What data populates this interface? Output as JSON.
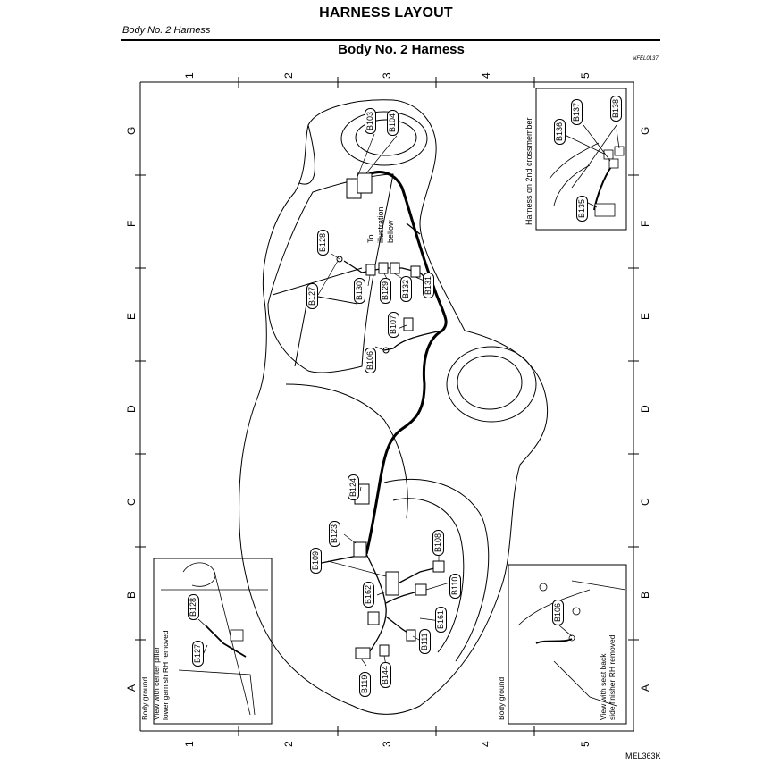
{
  "header": {
    "title": "HARNESS LAYOUT",
    "subtitle": "Body No. 2 Harness",
    "section_title": "Body No. 2 Harness",
    "ref_code_top": "NFEL0137",
    "ref_code_bottom": "MEL363K"
  },
  "grid": {
    "numbers": [
      "1",
      "2",
      "3",
      "4",
      "5"
    ],
    "letters": [
      "A",
      "B",
      "C",
      "D",
      "E",
      "F",
      "G"
    ]
  },
  "connectors": [
    "B103",
    "B104",
    "B128",
    "B127",
    "B130",
    "B129",
    "B132",
    "B131",
    "B107",
    "B106",
    "B124",
    "B123",
    "B109",
    "B108",
    "B162",
    "B110",
    "B161",
    "B111",
    "B119",
    "B144"
  ],
  "callouts": {
    "illustration_note_line1": "To",
    "illustration_note_line2": "illustration",
    "illustration_note_line3": "bellow"
  },
  "insets": {
    "top_right": {
      "caption": "Harness on 2nd crossmember",
      "connectors": [
        "B136",
        "B137",
        "B138",
        "B135"
      ]
    },
    "bottom_left": {
      "caption_line1": "Body ground",
      "caption_line2": "View with center pillar",
      "caption_line3": "lower garnish RH removed",
      "connectors": [
        "B128",
        "B127"
      ]
    },
    "bottom_right": {
      "caption_line1": "Body ground",
      "caption_line2": "View with seat back",
      "caption_line3": "side finisher RH removed",
      "connectors": [
        "B106"
      ]
    }
  }
}
